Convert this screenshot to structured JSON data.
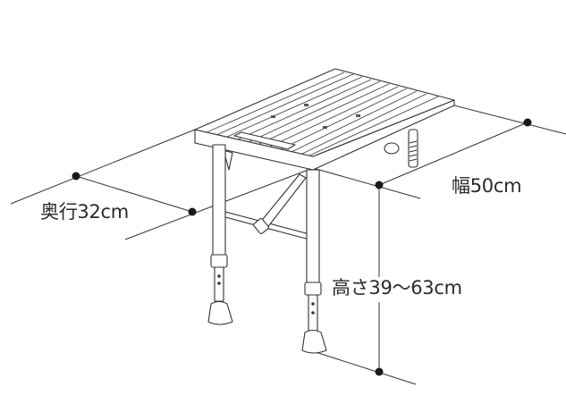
{
  "diagram": {
    "subject": "bath-chair-table",
    "line_color": "#333333",
    "dot_color": "#1a1a1a",
    "dimensions": {
      "depth": {
        "label": "奥行32cm",
        "value": 32,
        "unit": "cm"
      },
      "width": {
        "label": "幅50cm",
        "value": 50,
        "unit": "cm"
      },
      "height": {
        "label": "高さ39〜63cm",
        "min": 39,
        "max": 63,
        "unit": "cm"
      }
    }
  }
}
